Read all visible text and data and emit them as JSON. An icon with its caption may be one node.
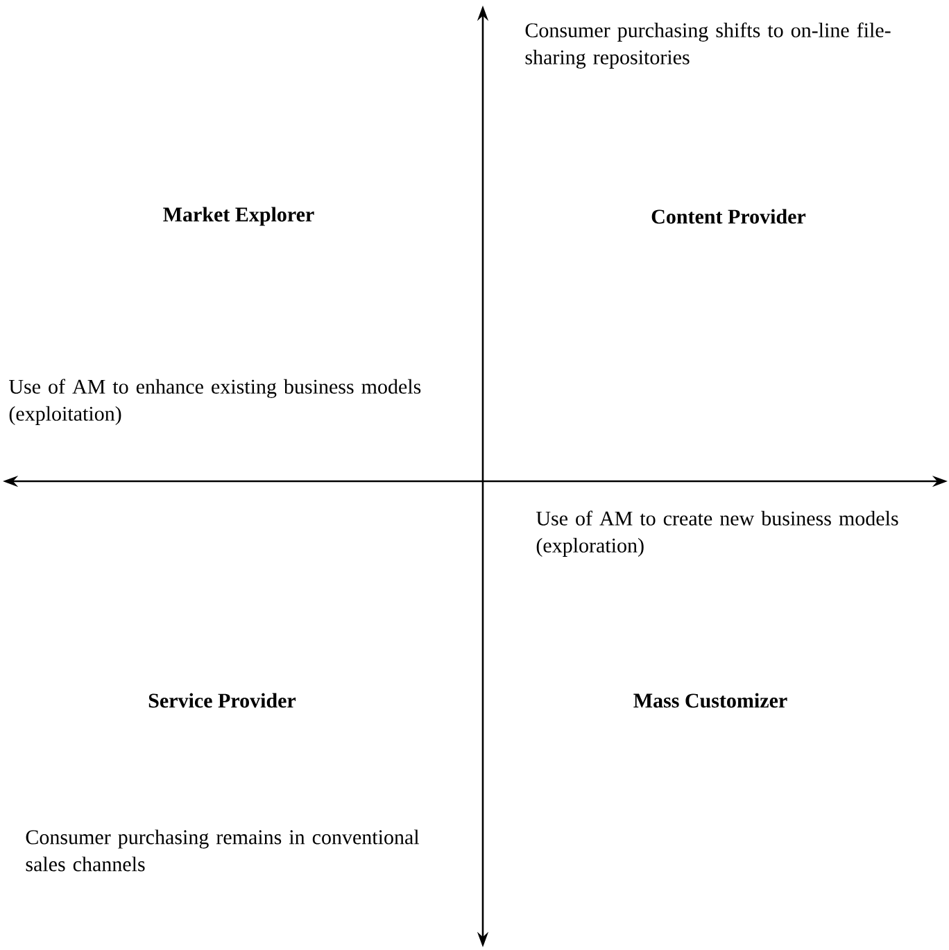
{
  "diagram": {
    "labels": [
      "Consumer purchasing shifts to on-line file-sharing repositories",
      "Market Explorer",
      "Content Provider",
      "Use of AM to enhance existing business models (exploitation)",
      "Use of AM to create new business models (exploration)",
      "Service Provider",
      "Mass Customizer",
      "Consumer purchasing remains in conventional sales channels"
    ]
  }
}
